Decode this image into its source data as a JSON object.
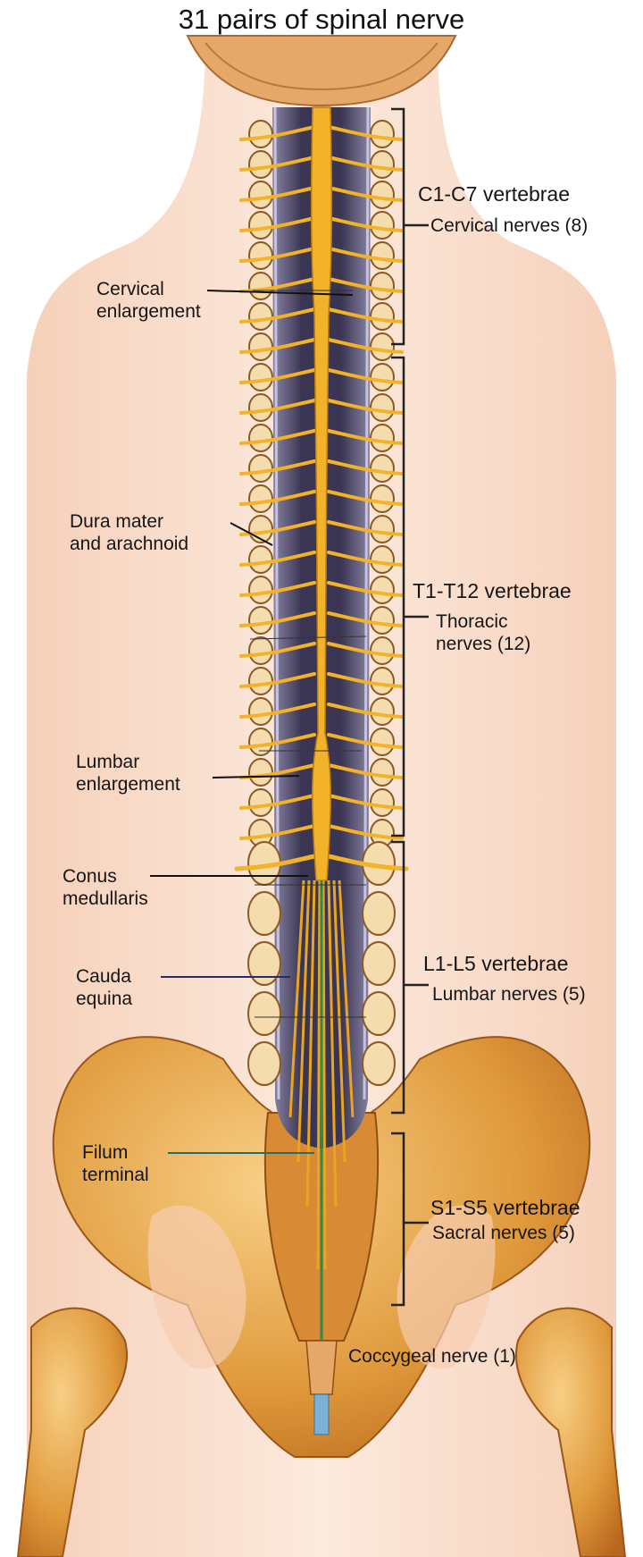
{
  "title": "31 pairs of spinal nerve",
  "left_labels": {
    "cervical_enlargement": [
      "Cervical",
      "enlargement"
    ],
    "dura_mater": [
      "Dura mater",
      "and arachnoid"
    ],
    "lumbar_enlargement": [
      "Lumbar",
      "enlargement"
    ],
    "conus_medullaris": [
      "Conus",
      "medullaris"
    ],
    "cauda_equina": [
      "Cauda",
      "equina"
    ],
    "filum_terminal": [
      "Filum",
      "terminal"
    ]
  },
  "regions": [
    {
      "vertebrae": "C1-C7 vertebrae",
      "nerves": [
        "Cervical nerves (8)"
      ]
    },
    {
      "vertebrae": "T1-T12 vertebrae",
      "nerves": [
        "Thoracic",
        "nerves (12)"
      ]
    },
    {
      "vertebrae": "L1-L5 vertebrae",
      "nerves": [
        "Lumbar nerves (5)"
      ]
    },
    {
      "vertebrae": "S1-S5 vertebrae",
      "nerves": [
        "Sacral nerves (5)"
      ]
    }
  ],
  "coccygeal": "Coccygeal nerve (1)",
  "colors": {
    "skin": "#f6cdb0",
    "bone": "#d98a2a",
    "nerve": "#f2b32a",
    "canal": "#3a3552",
    "filum": "#2f8a4a"
  }
}
